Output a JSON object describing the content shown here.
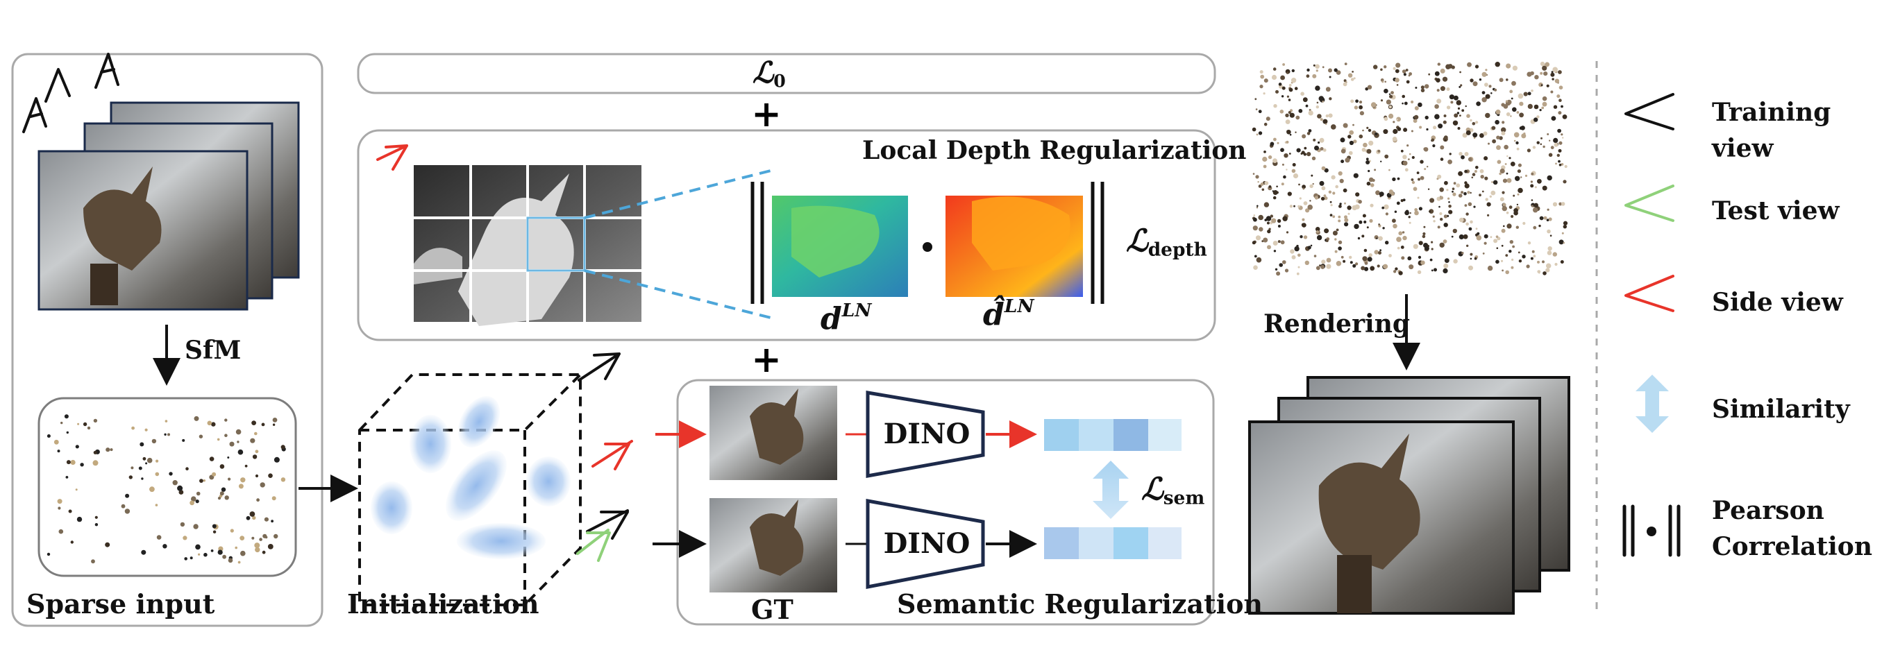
{
  "loss_total": "ℒ",
  "loss_total_sub": "0",
  "plus": "+",
  "local_depth": {
    "title": "Local Depth Regularization",
    "loss": "ℒ",
    "loss_sub": "depth",
    "d_ln": "d",
    "d_ln_hat": "d̂",
    "ln_sup": "LN",
    "dot": "•"
  },
  "sparse_input": {
    "label": "Sparse input",
    "sfm": "SfM"
  },
  "initialization": {
    "label": "Initialization"
  },
  "semantic": {
    "title": "Semantic Regularization",
    "gt": "GT",
    "dino_top": "DINO",
    "dino_bottom": "DINO",
    "loss": "ℒ",
    "loss_sub": "sem"
  },
  "rendering": {
    "label": "Rendering"
  },
  "legend": {
    "training_view": "Training view",
    "test_view": "Test view",
    "side_view": "Side view",
    "similarity": "Similarity",
    "pearson_line1": "Pearson",
    "pearson_line2": "Correlation"
  },
  "colors": {
    "training": "#111111",
    "test": "#8fd17a",
    "side": "#e8342a",
    "similarity": "#b9dcf2",
    "feature_light": "#cfe7f6",
    "feature_mid": "#9fd0ef",
    "feature_dark": "#7fb3e2"
  }
}
